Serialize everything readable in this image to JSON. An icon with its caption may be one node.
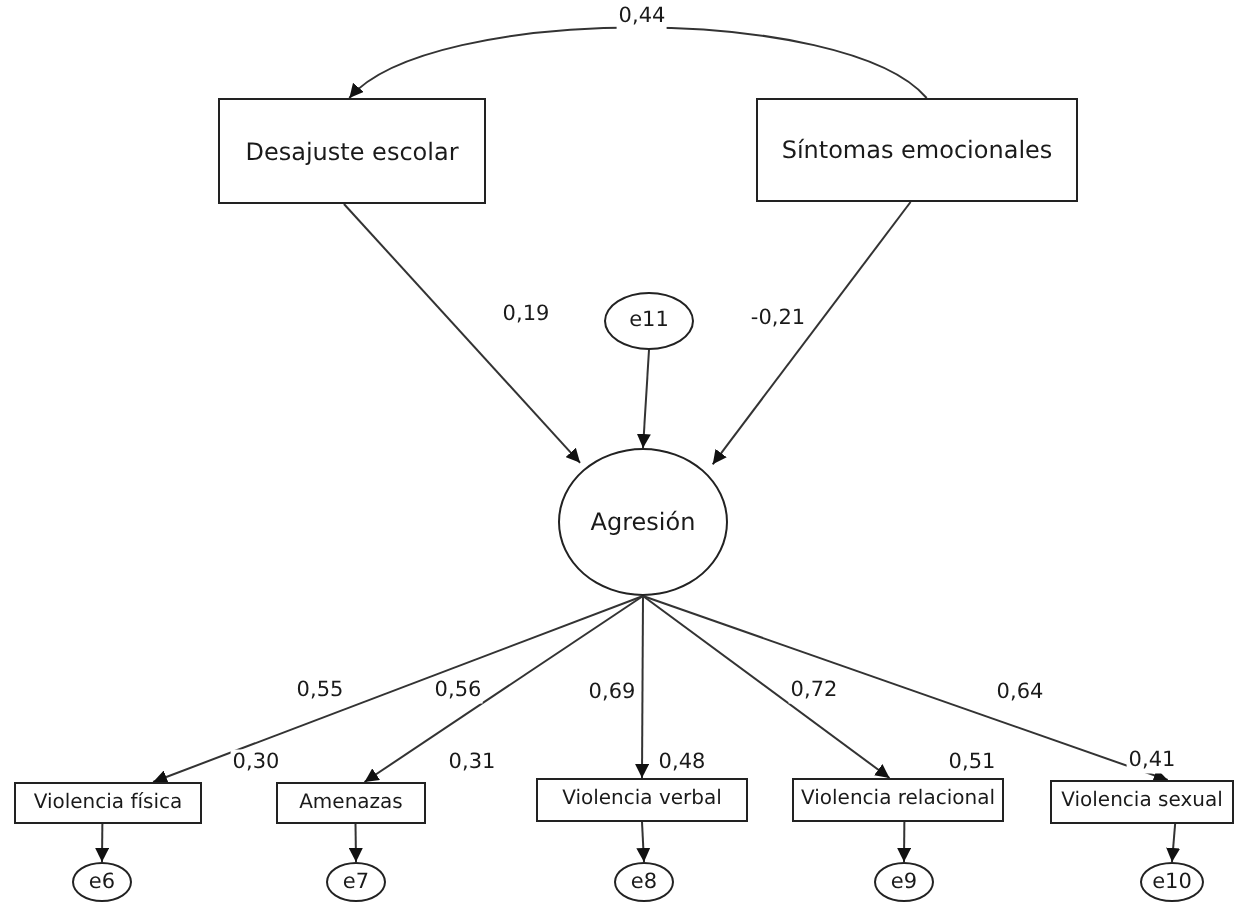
{
  "diagram": {
    "nodes": [
      {
        "text": [
          "Desajuste escolar"
        ]
      },
      {
        "text": [
          "Síntomas emocionales"
        ]
      },
      {
        "text": [
          "e11"
        ]
      },
      {
        "text": [
          "Agresión"
        ]
      },
      {
        "text": [
          "Violencia física"
        ]
      },
      {
        "text": [
          "Amenazas"
        ]
      },
      {
        "text": [
          "Violencia verbal"
        ]
      },
      {
        "text": [
          "Violencia relacional"
        ]
      },
      {
        "text": [
          "Violencia sexual"
        ]
      },
      {
        "text": [
          "e6"
        ]
      },
      {
        "text": [
          "e7"
        ]
      },
      {
        "text": [
          "e8"
        ]
      },
      {
        "text": [
          "e9"
        ]
      },
      {
        "text": [
          "e10"
        ]
      }
    ],
    "edges": [
      {
        "from": 1,
        "to": 0,
        "arrow": "to",
        "label": "0,44"
      },
      {
        "from": 0,
        "to": 3,
        "arrow": "to",
        "label": "0,19"
      },
      {
        "from": 1,
        "to": 3,
        "arrow": "to",
        "label": "-0,21"
      },
      {
        "from": 2,
        "to": 3,
        "arrow": "to"
      },
      {
        "from": 3,
        "to": 4,
        "arrow": "to",
        "label": "0,55"
      },
      {
        "from": 3,
        "to": 5,
        "arrow": "to",
        "label": "0,56"
      },
      {
        "from": 3,
        "to": 6,
        "arrow": "to",
        "label": "0,69"
      },
      {
        "from": 3,
        "to": 7,
        "arrow": "to",
        "label": "0,72"
      },
      {
        "from": 3,
        "to": 8,
        "arrow": "to",
        "label": "0,64"
      },
      {
        "from": 4,
        "to": 9,
        "arrow": "to"
      },
      {
        "from": 5,
        "to": 10,
        "arrow": "to"
      },
      {
        "from": 6,
        "to": 11,
        "arrow": "to"
      },
      {
        "from": 7,
        "to": 12,
        "arrow": "to"
      },
      {
        "from": 8,
        "to": 13,
        "arrow": "to"
      }
    ],
    "labels": [
      "0,30",
      "0,31",
      "0,48",
      "0,51",
      "0,41"
    ]
  }
}
